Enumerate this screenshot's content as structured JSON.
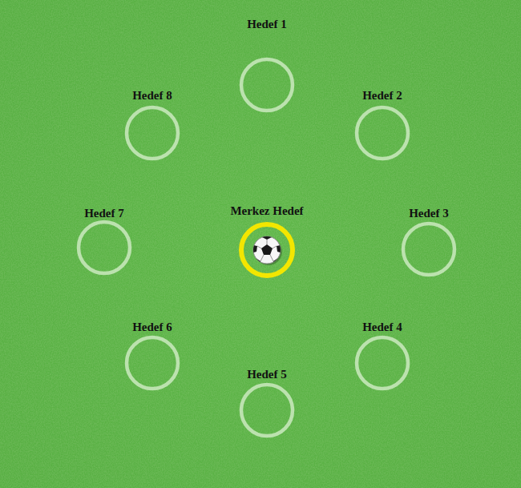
{
  "diagram": {
    "nodes": [
      {
        "text": [
          "Hedef 1"
        ]
      },
      {
        "text": [
          "Hedef 8"
        ]
      },
      {
        "text": [
          "Hedef 2"
        ]
      },
      {
        "text": [
          "Hedef 7"
        ]
      },
      {
        "text": [
          "Merkez Hedef"
        ]
      },
      {
        "text": [
          "Hedef 3"
        ]
      },
      {
        "text": [
          "Hedef 6"
        ]
      },
      {
        "text": [
          "Hedef 4"
        ]
      },
      {
        "text": [
          "Hedef 5"
        ]
      }
    ]
  }
}
